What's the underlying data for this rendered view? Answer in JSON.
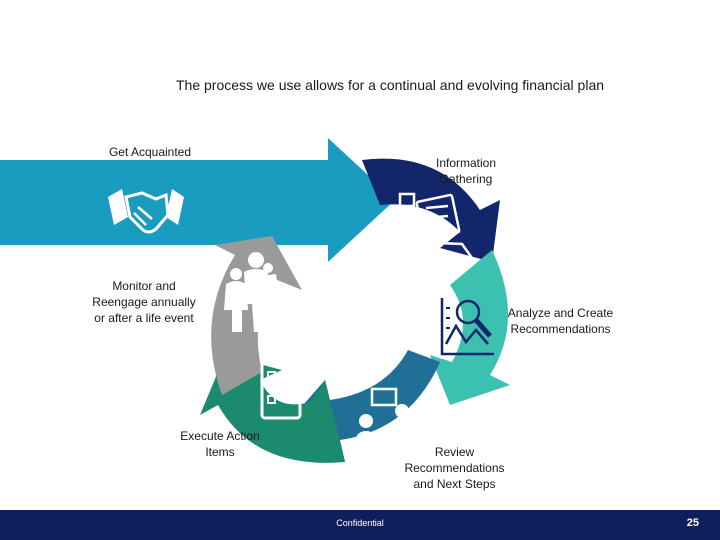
{
  "title": "The process we use allows for a continual and evolving financial plan",
  "steps": {
    "get_acquainted": "Get Acquainted",
    "information_gathering": [
      "Information",
      "Gathering"
    ],
    "analyze": [
      "Analyze and Create",
      "Recommendations"
    ],
    "review": [
      "Review",
      "Recommendations",
      "and Next Steps"
    ],
    "execute": [
      "Execute Action",
      "Items"
    ],
    "monitor": [
      "Monitor and",
      "Reengage annually",
      "or after a life event"
    ]
  },
  "colors": {
    "teal_blue": "#1a9cc0",
    "navy": "#13256b",
    "aqua": "#3cc0b0",
    "steel_blue": "#1f6f96",
    "green": "#1c8a6e",
    "gray": "#9a9a9a",
    "footer": "#0f1f5c"
  },
  "icons": {
    "get_acquainted": "handshake-icon",
    "information_gathering": "laptop-books-icon",
    "analyze": "chart-magnifier-icon",
    "review": "meeting-icon",
    "execute": "checklist-icon",
    "monitor": "family-icon"
  },
  "footer": {
    "label": "Confidential",
    "page": "25"
  }
}
